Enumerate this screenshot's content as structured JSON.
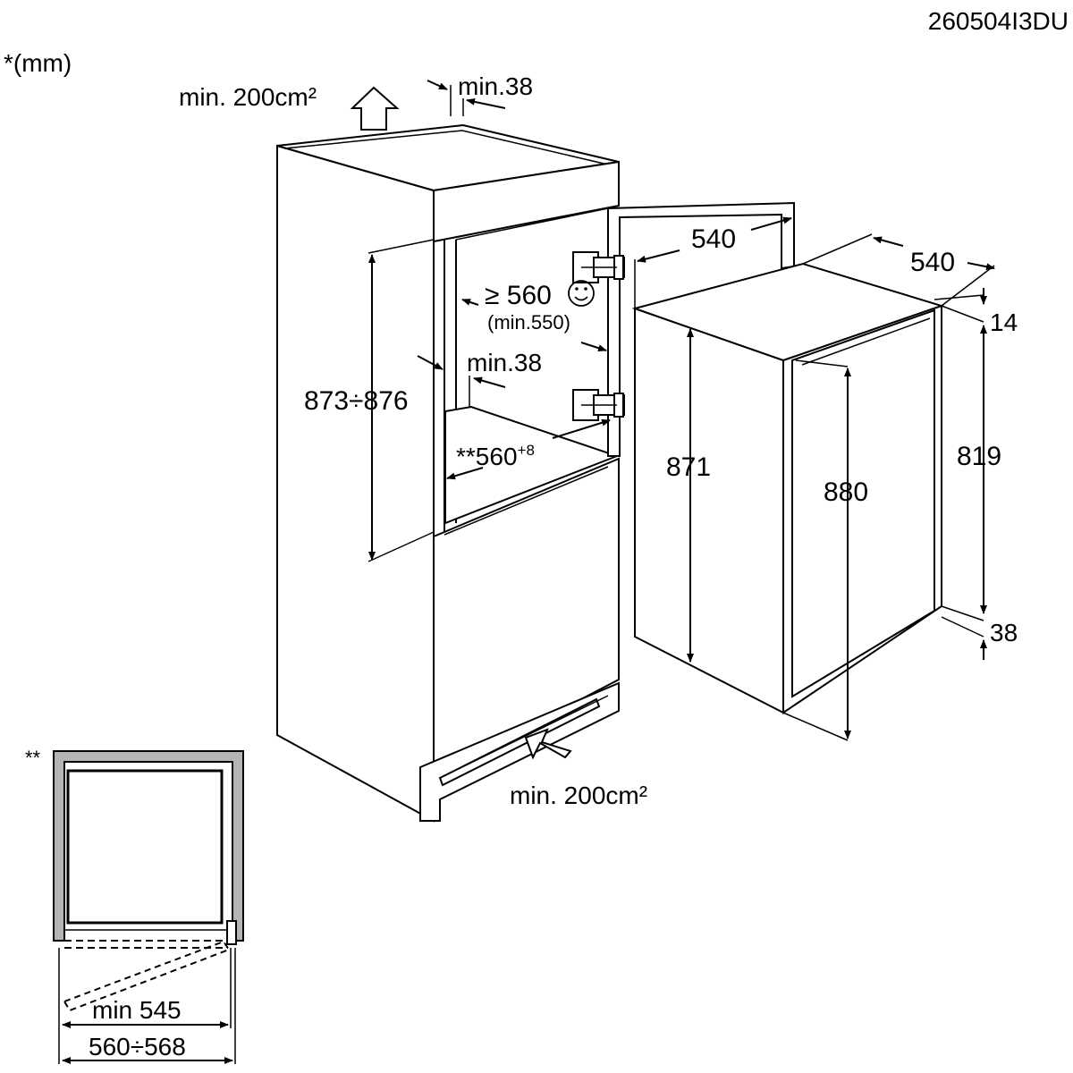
{
  "doc_code": "260504I3DU",
  "unit_note": "*(mm)",
  "vent_top": "min. 200cm²",
  "vent_bottom": "min. 200cm²",
  "top_gap": "min.38",
  "side_gap": "min.38",
  "niche_height": "873÷876",
  "door_width_main": "≥ 560",
  "door_width_min": "(min.550)",
  "niche_width_main": "**560",
  "niche_width_sup": "+8",
  "depth_top": "540",
  "width_top": "540",
  "dim_14": "14",
  "dim_819": "819",
  "dim_38": "38",
  "dim_871": "871",
  "dim_880": "880",
  "footnote_mark": "**",
  "plan_min": "min 545",
  "plan_range": "560÷568"
}
